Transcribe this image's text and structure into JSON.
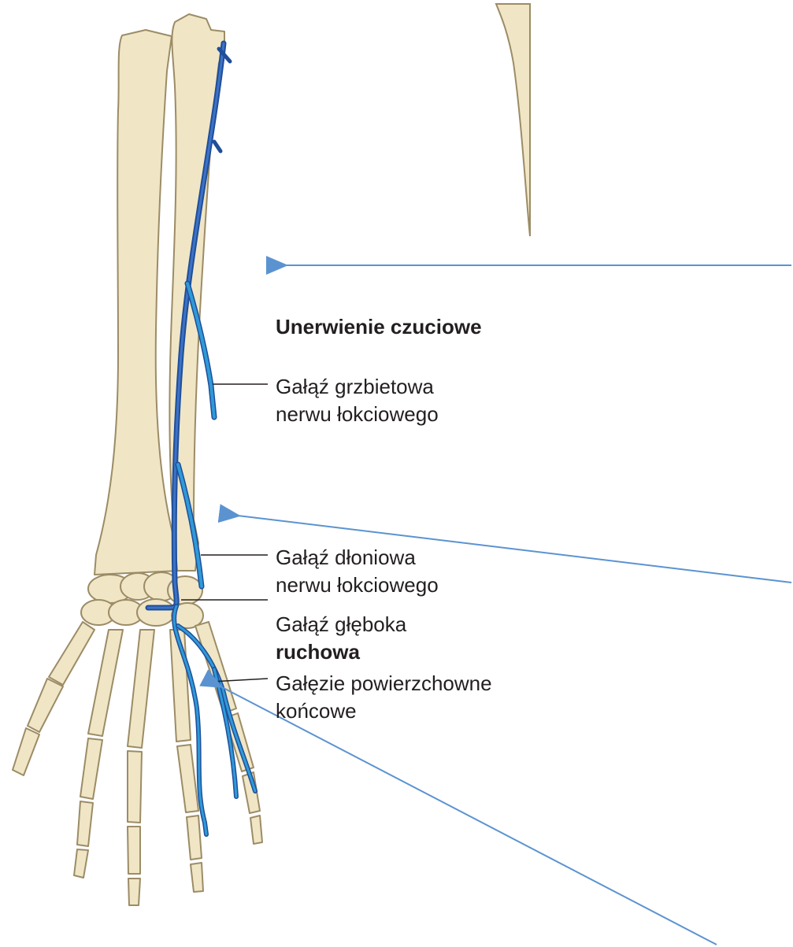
{
  "labels": {
    "sensory_heading": "Unerwienie czuciowe",
    "dorsal_branch_line1": "Gałąź grzbietowa",
    "dorsal_branch_line2": "nerwu łokciowego",
    "palmar_branch_line1": "Gałąź dłoniowa",
    "palmar_branch_line2": "nerwu łokciowego",
    "deep_branch": "Gałąź głęboka",
    "motor": "ruchowa",
    "superficial_line1": "Gałęzie powierzchowne",
    "superficial_line2": "końcowe"
  },
  "colors": {
    "bone_fill": "#f0e6c6",
    "bone_outline": "#9c8c66",
    "ulnar_nerve": "#1f4e9a",
    "branch_nerve": "#2f9ad8",
    "pointer_arrow": "#5b93d1",
    "leader_line": "#231f20"
  }
}
